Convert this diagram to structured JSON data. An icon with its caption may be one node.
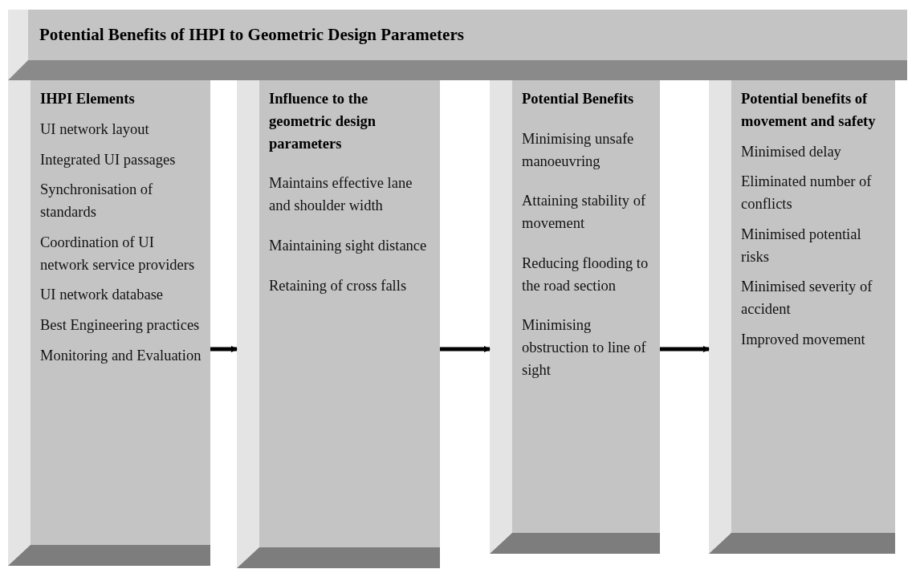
{
  "diagram": {
    "nodes": [
      {
        "text": [
          "Potential Benefits of IHPI to Geometric Design Parameters"
        ]
      },
      {
        "text": [
          "IHPI Elements",
          "UI network layout",
          "Integrated UI passages",
          "Synchronisation of standards",
          "Coordination of UI network service providers",
          "UI network database",
          "Best Engineering practices",
          "Monitoring and Evaluation"
        ]
      },
      {
        "text": [
          "Influence to the geometric design parameters",
          "Maintains effective lane and shoulder width",
          "Maintaining sight distance",
          "Retaining of cross falls"
        ]
      },
      {
        "text": [
          "Potential Benefits",
          "Minimising unsafe manoeuvring",
          "Attaining stability of movement",
          "Reducing flooding to the road section",
          "Minimising obstruction to line of sight"
        ]
      },
      {
        "text": [
          "Potential benefits of movement  and safety",
          "Minimised delay",
          "Eliminated number of conflicts",
          "Minimised potential risks",
          "Minimised severity of accident",
          "Improved movement"
        ]
      }
    ],
    "edges": [
      {
        "from": 1,
        "to": 2,
        "arrow": "to"
      },
      {
        "from": 2,
        "to": 3,
        "arrow": "to"
      },
      {
        "from": 3,
        "to": 4,
        "arrow": "to"
      }
    ]
  }
}
